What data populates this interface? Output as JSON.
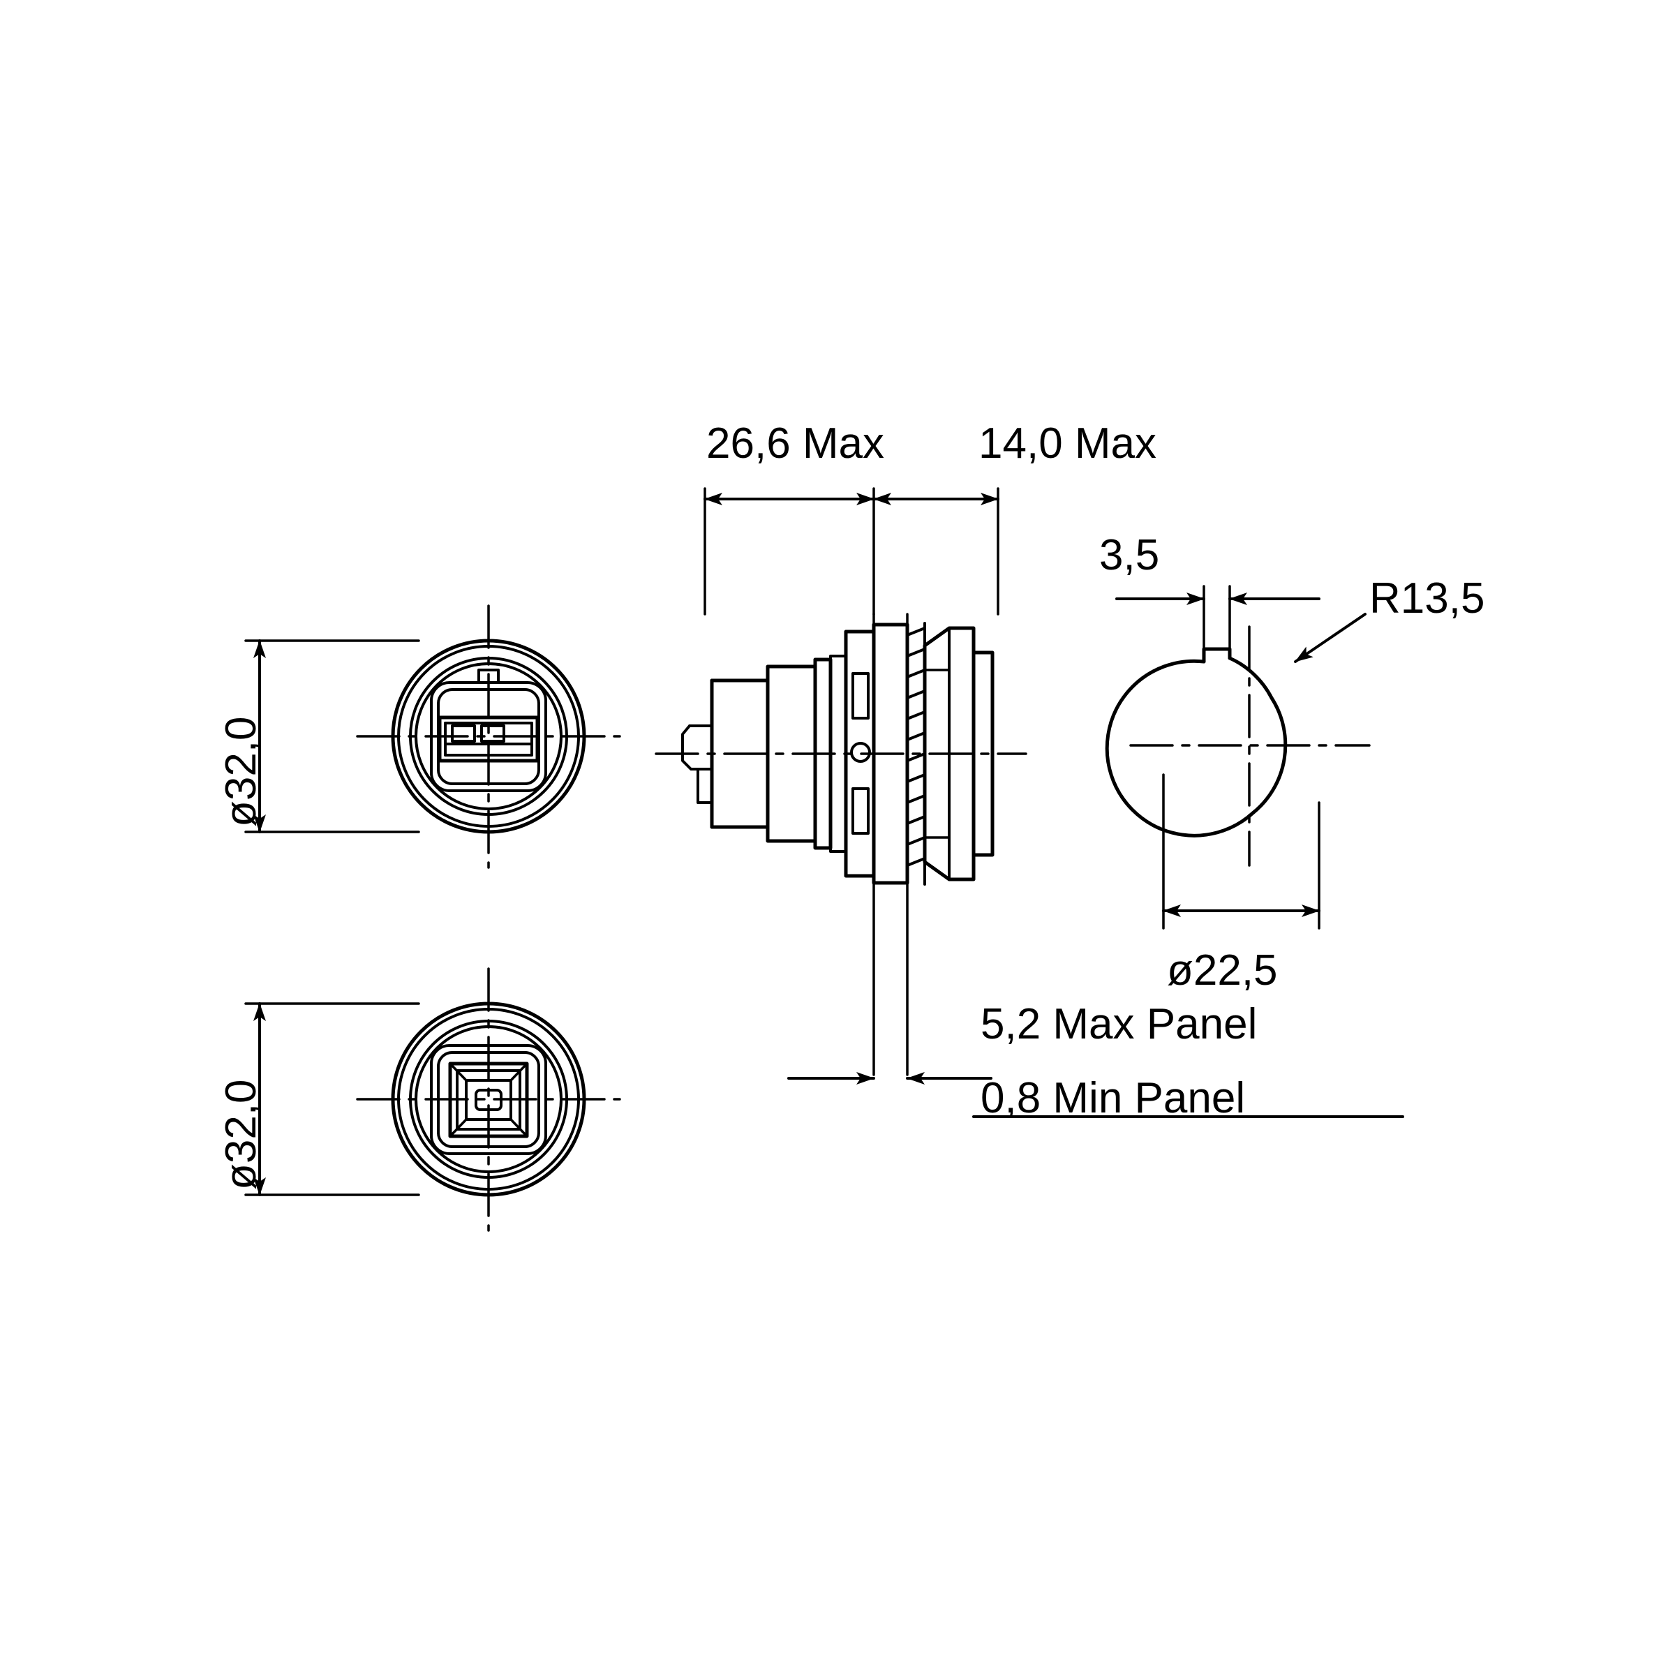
{
  "drawing": {
    "title": "Panel mount USB connector outline dimension drawing",
    "line_color": "#000000",
    "background": "#ffffff",
    "views": [
      {
        "name": "front-view-receptacle",
        "label": "front view with keyed USB-A style contact"
      },
      {
        "name": "rear-view-receptacle",
        "label": "rear view with square USB-B style contact"
      },
      {
        "name": "side-section-view",
        "label": "side profile section of bulkhead connector"
      },
      {
        "name": "panel-cutout-view",
        "label": "panel cut-out with flat key"
      }
    ],
    "dimensions": {
      "front_diameter": "ø32,0",
      "rear_diameter": "ø32,0",
      "length_front": "26,6 Max",
      "length_rear": "14,0 Max",
      "key_width": "3,5",
      "key_radius": "R13,5",
      "cutout_diameter": "ø22,5",
      "panel_max": "5,2 Max Panel",
      "panel_min": "0,8 Min Panel"
    }
  }
}
